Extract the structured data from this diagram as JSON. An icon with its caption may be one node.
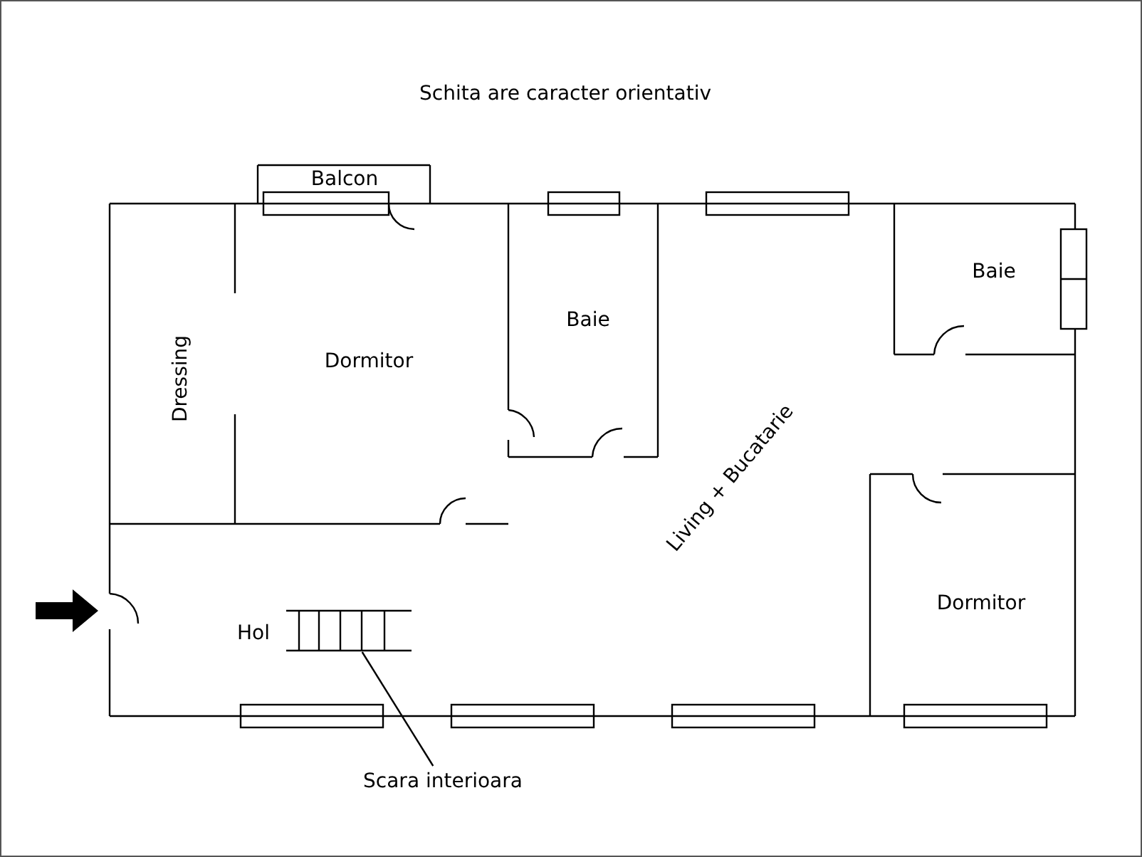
{
  "diagram": {
    "title": "Schita are caracter orientativ",
    "nodes": [
      {
        "text": [
          "Balcon"
        ]
      },
      {
        "text": [
          "Baie"
        ]
      },
      {
        "text": [
          "Baie"
        ]
      },
      {
        "text": [
          "Dressing"
        ]
      },
      {
        "text": [
          "Dormitor"
        ]
      },
      {
        "text": [
          "Living + Bucatarie"
        ]
      },
      {
        "text": [
          "Hol"
        ]
      },
      {
        "text": [],
        "shape": "stairs",
        "in": 6
      },
      {
        "text": [
          "Dormitor"
        ]
      },
      {
        "text": [
          "Scara interioara"
        ]
      }
    ],
    "edges": [
      {
        "from": 9,
        "to": 7,
        "arrow": "none"
      }
    ]
  }
}
